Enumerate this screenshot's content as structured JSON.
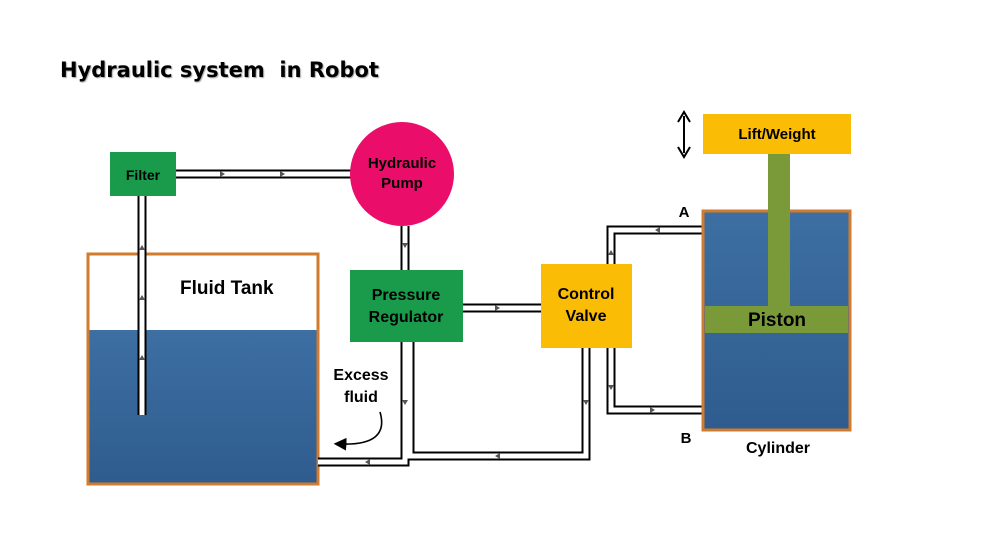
{
  "title": "Hydraulic system  in Robot",
  "components": {
    "filter": "Filter",
    "pump_line1": "Hydraulic",
    "pump_line2": "Pump",
    "tank": "Fluid Tank",
    "regulator_line1": "Pressure",
    "regulator_line2": "Regulator",
    "valve_line1": "Control",
    "valve_line2": "Valve",
    "load": "Lift/Weight",
    "piston": "Piston",
    "cylinder": "Cylinder",
    "excess_line1": "Excess",
    "excess_line2": "fluid",
    "port_a": "A",
    "port_b": "B"
  },
  "colors": {
    "filter": "#1a9b4b",
    "pump": "#ea0e6a",
    "regulator": "#1a9b4b",
    "valve": "#fbbc05",
    "load": "#fbbc05",
    "rod": "#7a9a3a",
    "piston": "#7a9a3a",
    "fluid": "#3a6a9c",
    "container_border": "#d07b2e"
  }
}
